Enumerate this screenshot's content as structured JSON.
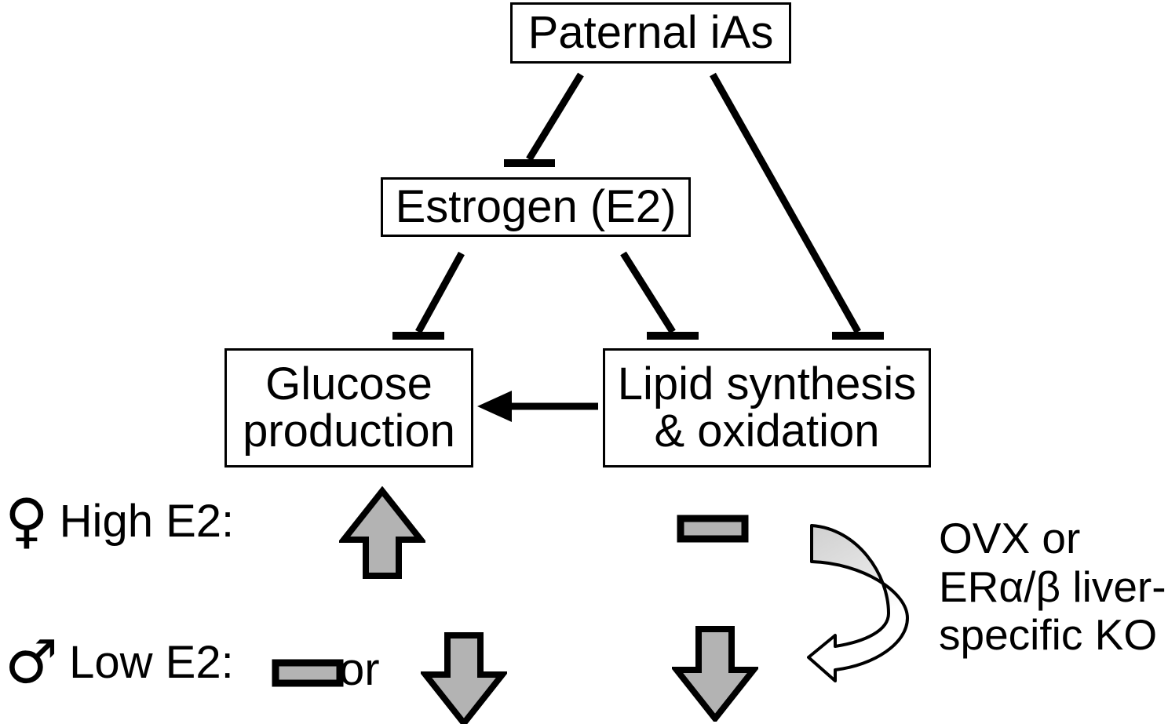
{
  "diagram": {
    "title": "Paternal iAs effects on estrogen-mediated hepatic metabolism",
    "colors": {
      "stroke": "#000000",
      "arrow_fill": "#b3b3b3",
      "background": "#ffffff",
      "curved_arrow_gradient_start": "#cccccc",
      "curved_arrow_gradient_end": "#ffffff"
    },
    "nodes": [
      {
        "id": "paternal",
        "label": "Paternal iAs"
      },
      {
        "id": "estrogen",
        "label": "Estrogen (E2)"
      },
      {
        "id": "glucose",
        "label": "Glucose\nproduction"
      },
      {
        "id": "lipid",
        "label": "Lipid synthesis\n& oxidation"
      }
    ],
    "edges": [
      {
        "from": "paternal",
        "to": "estrogen",
        "type": "inhibition"
      },
      {
        "from": "paternal",
        "to": "lipid",
        "type": "inhibition"
      },
      {
        "from": "estrogen",
        "to": "glucose",
        "type": "inhibition"
      },
      {
        "from": "estrogen",
        "to": "lipid",
        "type": "inhibition"
      },
      {
        "from": "lipid",
        "to": "glucose",
        "type": "activation"
      }
    ]
  },
  "legend": {
    "female": {
      "symbol": "♀",
      "label": "High E2:",
      "glucose_effect": "up-arrow",
      "lipid_effect": "no-change-bar"
    },
    "male": {
      "symbol": "♂",
      "label": "Low E2:",
      "glucose_effect": "no-change-bar or down-arrow",
      "or_label": "or",
      "lipid_effect": "down-arrow"
    }
  },
  "annotation": {
    "curved_arrow": "curved-arrow-down-left",
    "text": "OVX or\nERα/β liver-\nspecific KO"
  }
}
